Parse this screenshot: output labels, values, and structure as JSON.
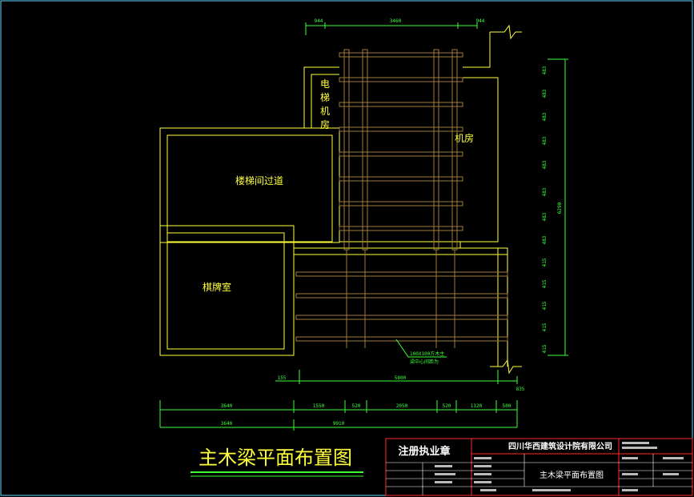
{
  "drawing": {
    "title": "主木梁平面布置图",
    "colors": {
      "background": "#000000",
      "frame": "#5fd3ff",
      "walls": "#ffff3a",
      "beams": "#a07a3c",
      "dimensions": "#3aff3a",
      "titleblock_border": "#ff2a2a",
      "text_white": "#ffffff"
    },
    "rooms": [
      {
        "label": "楼梯间过道"
      },
      {
        "label": "棋牌室"
      },
      {
        "label": "机房"
      }
    ],
    "elevator_room_chars": [
      "电",
      "梯",
      "机",
      "房"
    ],
    "dimensions": {
      "top": [
        "944",
        "3460",
        "944"
      ],
      "bottom_row1": [
        "3640",
        "1550",
        "520",
        "2050",
        "520",
        "1120",
        "500"
      ],
      "bottom_row2": [
        "3640",
        "9910"
      ],
      "bottom_main": "5800",
      "small_left": "155",
      "small_right": "835",
      "right_total": "6290",
      "right_segments": [
        "483",
        "483",
        "483",
        "483",
        "483",
        "483",
        "483",
        "483",
        "415",
        "415",
        "415",
        "415",
        "415"
      ]
    },
    "annotation": [
      "100X100方木主",
      "梁中心间距为"
    ],
    "title_block": {
      "seal_title": "注册执业章",
      "company": "四川华西建筑设计院有限公司",
      "drawing_name": "主木梁平面布置图"
    }
  }
}
